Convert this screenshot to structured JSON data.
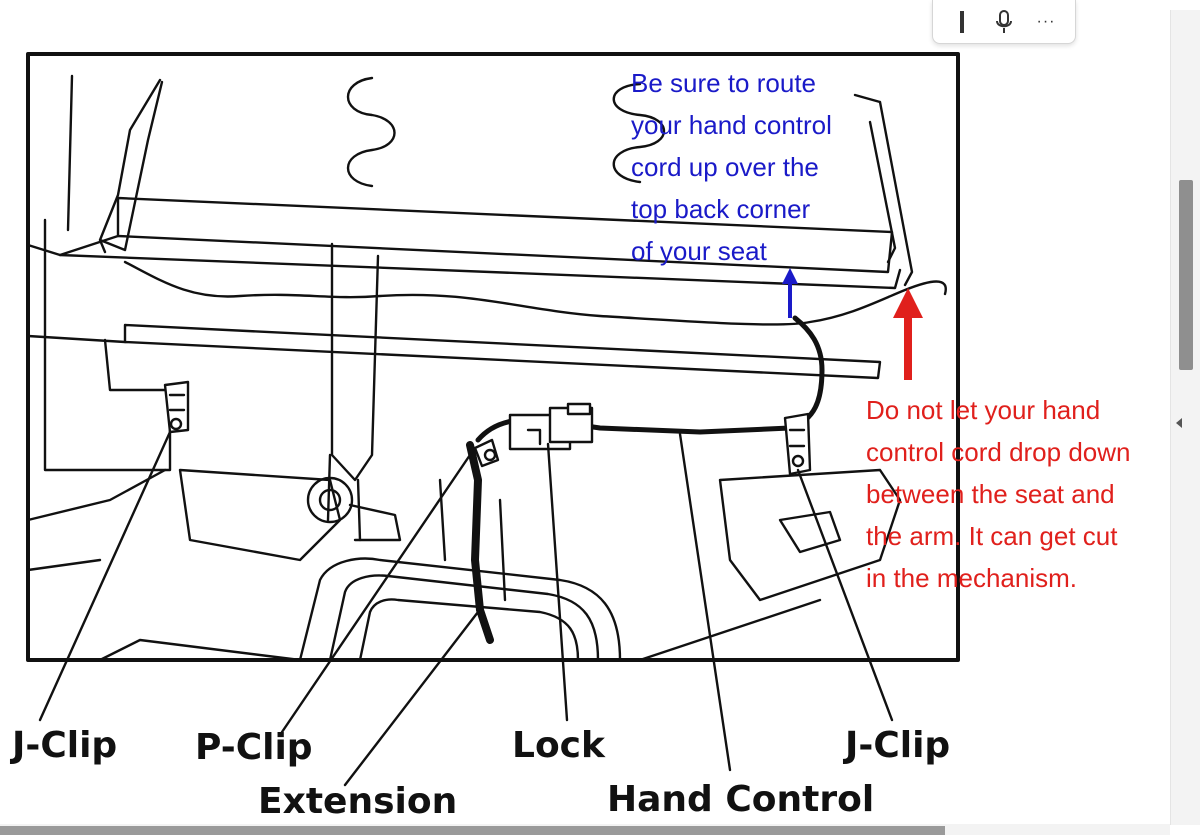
{
  "toolbar": {
    "items": [
      {
        "icon": "text-cursor-icon"
      },
      {
        "icon": "microphone-icon"
      },
      {
        "icon": "more-options-icon",
        "label": "···"
      }
    ]
  },
  "diagram": {
    "blue_note_lines": [
      "Be sure to route",
      "your hand control",
      "cord up over the",
      "top back corner",
      "of your seat"
    ],
    "red_note_lines": [
      "Do not let your hand",
      "control cord drop down",
      "between the seat and",
      "the arm. It can get cut",
      "in the mechanism."
    ],
    "callouts": {
      "j_clip_left": "J-Clip",
      "p_clip": "P-Clip",
      "extension": "Extension",
      "lock": "Lock",
      "hand_control": "Hand Control",
      "j_clip_right": "J-Clip"
    },
    "colors": {
      "blue_note": "#1a1ac8",
      "red_note": "#e0201c",
      "line_art": "#111111"
    }
  }
}
